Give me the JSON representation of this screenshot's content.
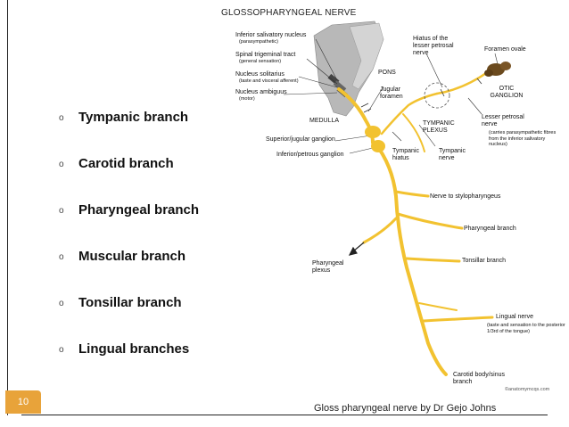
{
  "slide": {
    "number": "10",
    "footer": "Gloss pharyngeal nerve by Dr Gejo Johns",
    "bullets": [
      {
        "label": "Tympanic branch"
      },
      {
        "label": "Carotid branch"
      },
      {
        "label": "Pharyngeal branch"
      },
      {
        "label": "Muscular branch"
      },
      {
        "label": "Tonsillar branch"
      },
      {
        "label": "Lingual branches"
      }
    ],
    "bullet_symbol": "o"
  },
  "diagram": {
    "title": "GLOSSOPHARYNGEAL NERVE",
    "watermark": "©anatomymcqs.com",
    "nerve_color": "#f2c230",
    "labels": {
      "inf_salivatory": "Inferior salivatory nucleus",
      "inf_salivatory_sub": "(parasympathetic)",
      "spinal_trigeminal": "Spinal trigeminal tract",
      "spinal_trigeminal_sub": "(general sensation)",
      "nucleus_solitarius": "Nucleus solitarius",
      "nucleus_solitarius_sub": "(taste and visceral afferent)",
      "nucleus_ambiguus": "Nucleus ambiguus",
      "nucleus_ambiguus_sub": "(motor)",
      "pons": "PONS",
      "medulla": "MEDULLA",
      "jugular_foramen": "Jugular foramen",
      "hiatus": "Hiatus of the lesser petrosal nerve",
      "foramen_ovale": "Foramen ovale",
      "otic_ganglion": "OTIC GANGLION",
      "lesser_petrosal": "Lesser petrosal nerve",
      "lesser_petrosal_sub": "(carries parasympathetic fibres from the inferior salivatory nucleus)",
      "tympanic_plexus": "TYMPANIC PLEXUS",
      "superior_ganglion": "Superior/jugular ganglion",
      "inferior_ganglion": "Inferior/petrous ganglion",
      "tympanic_hiatus": "Tympanic hiatus",
      "tympanic_nerve": "Tympanic nerve",
      "stylopharyngeus": "Nerve to stylopharyngeus",
      "pharyngeal_branch": "Pharyngeal branch",
      "pharyngeal_plexus": "Pharyngeal plexus",
      "tonsillar_branch": "Tonsillar branch",
      "lingual_nerve": "Lingual nerve",
      "lingual_nerve_sub": "(taste and sensation to the posterior 1/3rd of the tongue)",
      "carotid": "Carotid body/sinus branch"
    }
  }
}
